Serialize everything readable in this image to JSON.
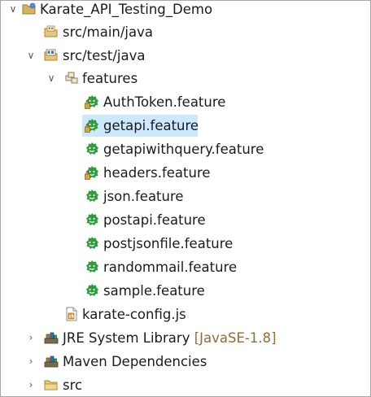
{
  "tree": {
    "project": {
      "label": "Karate_API_Testing_Demo"
    },
    "src_main_java": {
      "label": "src/main/java"
    },
    "src_test_java": {
      "label": "src/test/java"
    },
    "features": {
      "label": "features"
    },
    "feature_files": [
      {
        "label": "AuthToken.feature",
        "icon": "feature-file-changed-icon"
      },
      {
        "label": "getapi.feature",
        "icon": "feature-file-changed-icon"
      },
      {
        "label": "getapiwithquery.feature",
        "icon": "feature-file-icon"
      },
      {
        "label": "headers.feature",
        "icon": "feature-file-changed-icon"
      },
      {
        "label": "json.feature",
        "icon": "feature-file-icon"
      },
      {
        "label": "postapi.feature",
        "icon": "feature-file-icon"
      },
      {
        "label": "postjsonfile.feature",
        "icon": "feature-file-icon"
      },
      {
        "label": "randommail.feature",
        "icon": "feature-file-icon"
      },
      {
        "label": "sample.feature",
        "icon": "feature-file-icon"
      }
    ],
    "karate_config": {
      "label": "karate-config.js"
    },
    "jre": {
      "label": "JRE System Library",
      "decoration": "[JavaSE-1.8]"
    },
    "maven": {
      "label": "Maven Dependencies"
    },
    "src": {
      "label": "src"
    }
  },
  "selected_item": "getapi.feature",
  "colors": {
    "selection": "#cce8ff",
    "feature_icon_green": "#2e9e3c",
    "folder_tan": "#d8b264",
    "decoration_text": "#8d6e36"
  }
}
